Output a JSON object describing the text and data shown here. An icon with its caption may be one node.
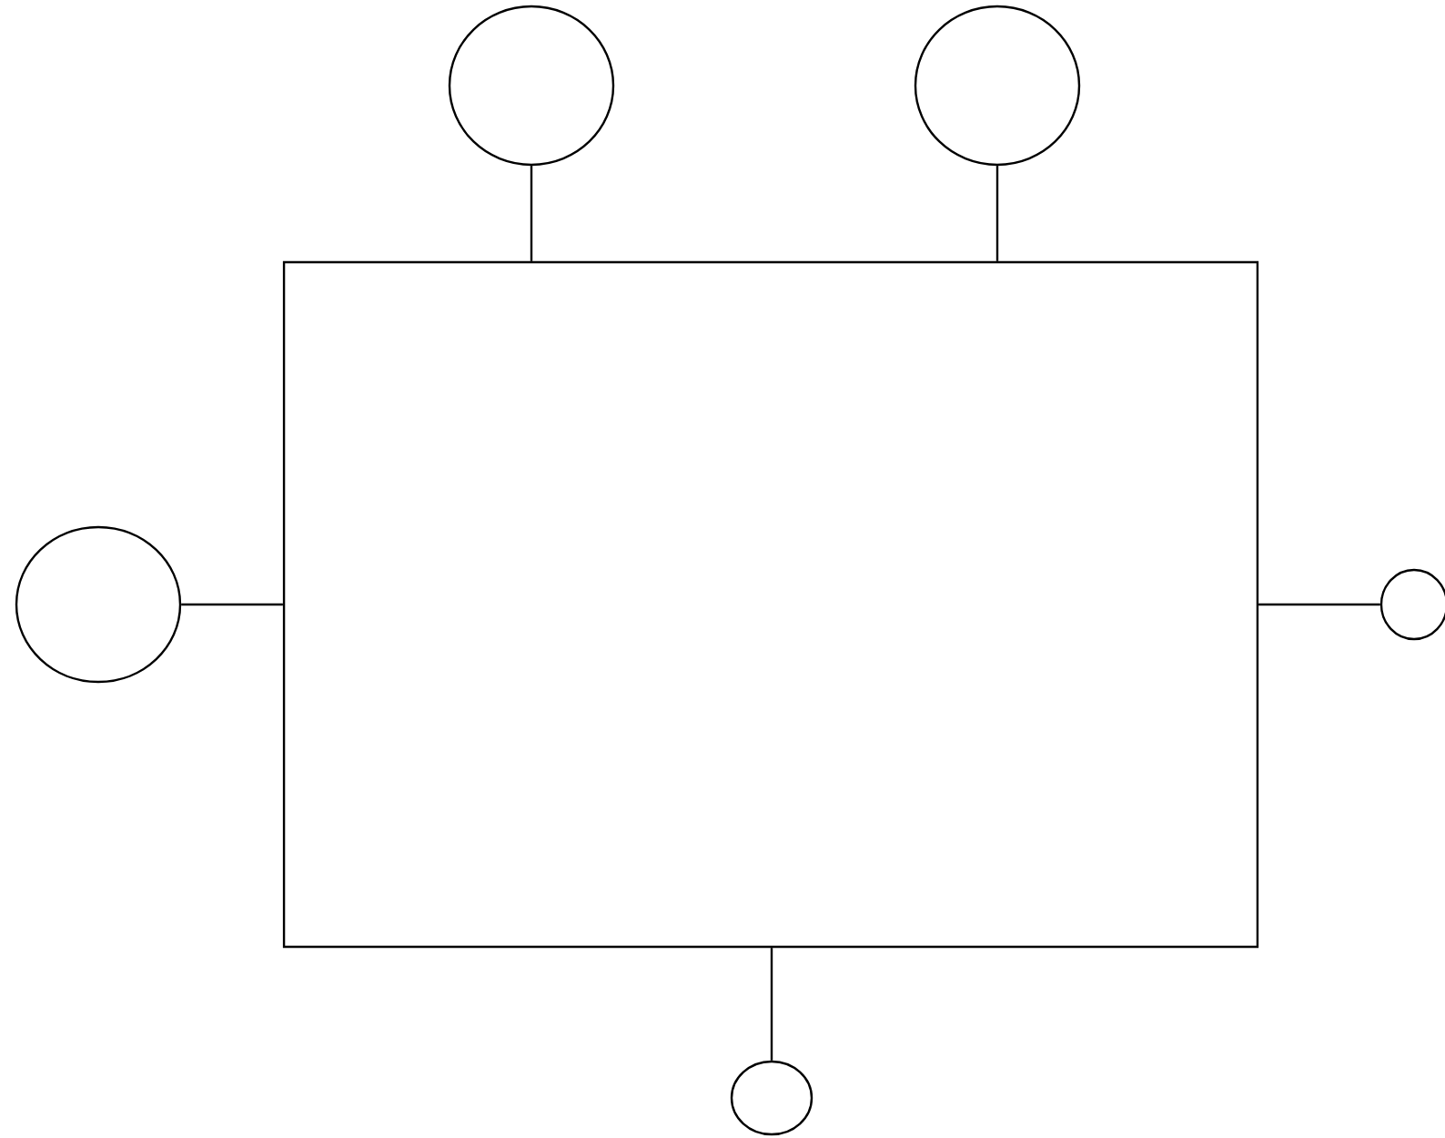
{
  "diagram": {
    "nodes": [
      {
        "text": [],
        "shape": "box"
      },
      {
        "text": [],
        "shape": "circle"
      },
      {
        "text": [],
        "shape": "circle"
      },
      {
        "text": [],
        "shape": "circle"
      },
      {
        "text": [],
        "shape": "circle"
      },
      {
        "text": [],
        "shape": "circle"
      }
    ],
    "edges": [
      {
        "from": 1,
        "to": 0,
        "arrow": "none"
      },
      {
        "from": 2,
        "to": 0,
        "arrow": "none"
      },
      {
        "from": 3,
        "to": 0,
        "arrow": "none"
      },
      {
        "from": 4,
        "to": 0,
        "arrow": "none"
      },
      {
        "from": 5,
        "to": 0,
        "arrow": "none"
      }
    ]
  }
}
